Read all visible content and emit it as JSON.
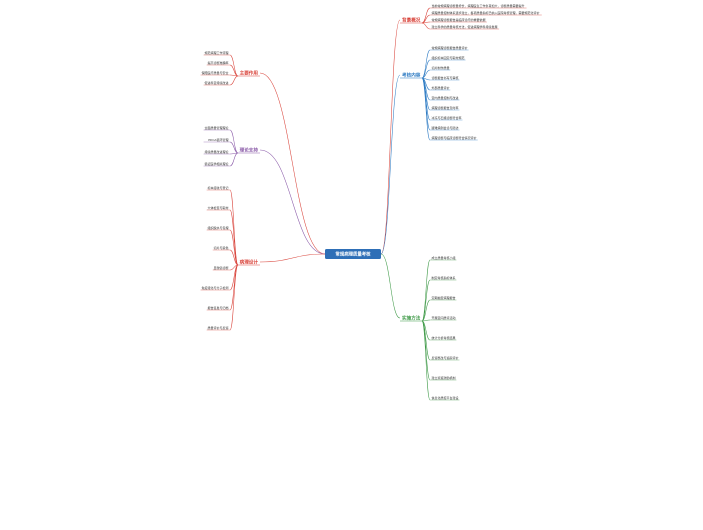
{
  "central": {
    "title": "常规病理质量考核",
    "fill": "#2e6fb7"
  },
  "branches": [
    {
      "key": "br1",
      "label": "背景概况",
      "color": "#d9433a",
      "items": [
        "当前常规病理诊断量增长，病理医生工作负荷加大，诊断质量需要提升",
        "病理质量控制体系逐步建立，各项质量指标已纳入医院考核管理，需要规范化评价",
        "常规病理诊断报告是临床诊疗的重要依据",
        "建立科学的质量考核方法，促进病理学科持续发展"
      ]
    },
    {
      "key": "br2",
      "label": "考核内容",
      "color": "#2f7cc4",
      "items": [
        "常规病理诊断报告质量评价",
        "组织标本固定与取材规范",
        "切片制作质量",
        "诊断报告书写与审核",
        "外部质量评价",
        "室内质量控制与改进",
        "病理诊断报告及时率",
        "冰冻与石蜡诊断符合率",
        "疑难病例会诊与随访",
        "病理诊断与临床诊断符合情况评价"
      ]
    },
    {
      "key": "br3",
      "label": "主要作用",
      "color": "#d9433a",
      "items": [
        "规范病理工作流程",
        "提高诊断准确率",
        "保障医疗质量与安全",
        "促进科室持续改进"
      ]
    },
    {
      "key": "br4",
      "label": "理论支持",
      "color": "#8a5aa8",
      "items": [
        "全面质量管理理论",
        "PDCA循环管理",
        "持续质量改进理论",
        "循证医学相关理论"
      ]
    },
    {
      "key": "br5",
      "label": "实施方法",
      "color": "#3f9a48",
      "items": [
        "成立质量考核小组",
        "制定考核指标体系",
        "定期抽查病理报告",
        "开展室间质评活动",
        "统计分析考核结果",
        "反馈整改与追踪评价",
        "建立奖惩激励机制",
        "信息化质控平台建设"
      ]
    },
    {
      "key": "br6",
      "label": "病理设计",
      "color": "#d9433a",
      "items": [
        "标本接收与登记",
        "大体检查与取材",
        "组织脱水与包埋",
        "切片与染色",
        "显微镜诊断",
        "免疫组化与分子检测",
        "报告签发与归档",
        "质量评价与反馈"
      ]
    }
  ]
}
